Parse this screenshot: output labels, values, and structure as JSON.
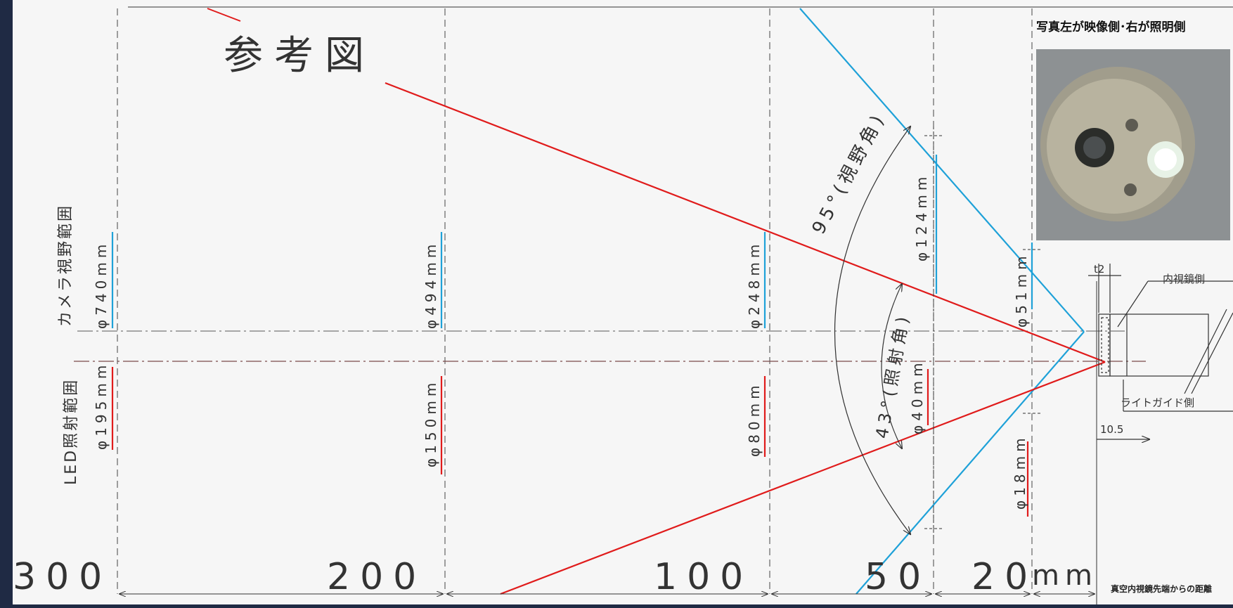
{
  "title": "参考図",
  "photo_caption": "写真左が映像側･右が照明側",
  "row_labels": {
    "camera": "カメラ視野範囲",
    "led": "LED照射範囲"
  },
  "camera_diameters": [
    "φ740mm",
    "φ494mm",
    "φ248mm",
    "φ124mm",
    "φ51mm"
  ],
  "led_diameters": [
    "φ195mm",
    "φ150mm",
    "φ80mm",
    "φ40mm",
    "φ18mm"
  ],
  "angles": {
    "field_of_view": "95°(視野角)",
    "illumination": "43°(照射角)"
  },
  "distance_ticks": [
    "300",
    "200",
    "100",
    "50",
    "20"
  ],
  "distance_unit": "mm",
  "distance_caption": "真空内視鏡先端からの距離",
  "scope_labels": {
    "thickness": "t2",
    "endoscope_side": "内視鏡側",
    "lightguide_side": "ライトガイド側",
    "offset": "10.5"
  },
  "colors": {
    "camera_line": "#1ea1d8",
    "led_line": "#e01b1b",
    "paper": "#f6f6f6",
    "ink": "#333333"
  }
}
